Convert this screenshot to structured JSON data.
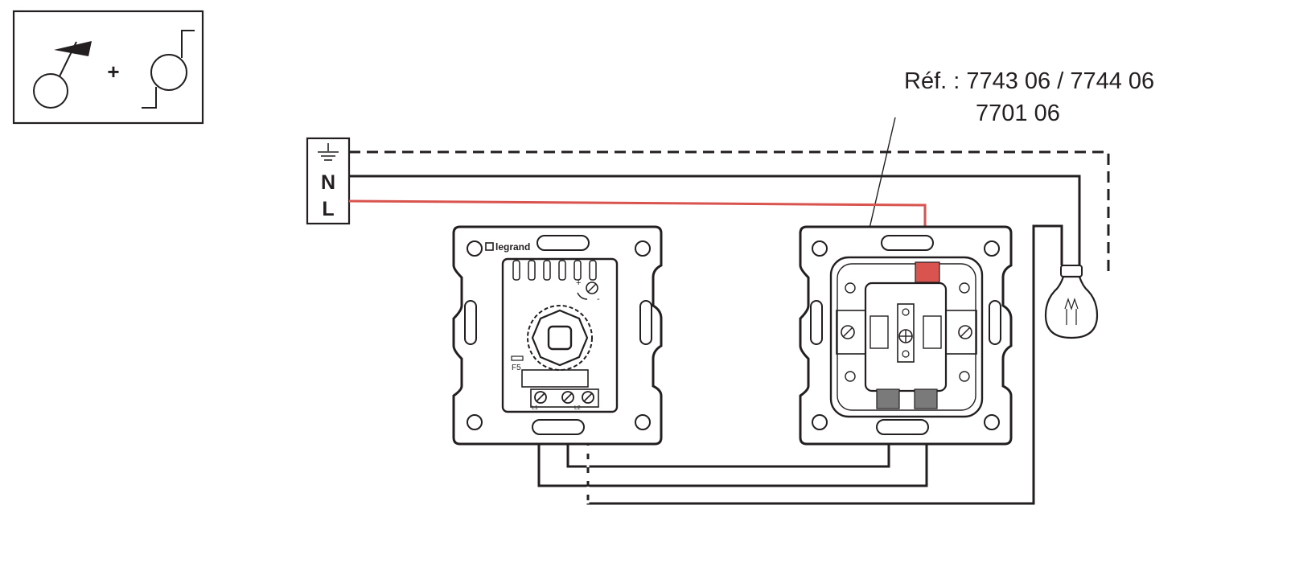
{
  "legend_box": {
    "plus_sign": "+",
    "symbols": [
      "dimmer-symbol",
      "lamp-symbol"
    ]
  },
  "terminal_block": {
    "terminals": [
      "N",
      "L"
    ],
    "icon": "earth-icon"
  },
  "reference": {
    "line1": "Réf. : 7743 06 / 7744 06",
    "line2": "7701 06"
  },
  "dimmer": {
    "brand": "legrand",
    "fuse_label": "F5",
    "knob_plus": "+",
    "knob_minus": "-",
    "terminal_labels": [
      "L1",
      "L2"
    ]
  },
  "lamp": {
    "icon": "light-bulb-icon"
  },
  "wire_colors": {
    "live": "#d9534f",
    "neutral": "#231f20",
    "earth": "#231f20",
    "switch_contact": "#d9534f",
    "output_contacts": "#7a7a7a"
  }
}
